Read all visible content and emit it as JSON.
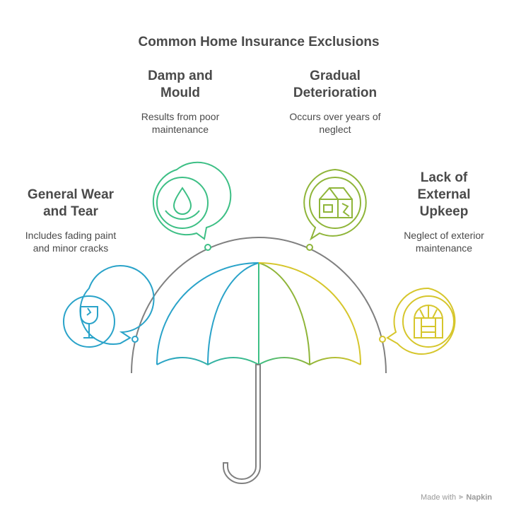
{
  "title": "Common Home Insurance Exclusions",
  "items": [
    {
      "heading": "Damp and\nMould",
      "description": "Results from poor\nmaintenance",
      "icon": "water-drop-icon",
      "color": "#3dbf85"
    },
    {
      "heading": "Gradual\nDeterioration",
      "description": "Occurs over years of\nneglect",
      "icon": "cracked-house-icon",
      "color": "#8fb539"
    },
    {
      "heading": "General Wear\nand Tear",
      "description": "Includes fading paint\nand minor cracks",
      "icon": "cracked-glass-icon",
      "color": "#2aa3c9"
    },
    {
      "heading": "Lack of\nExternal\nUpkeep",
      "description": "Neglect of exterior\nmaintenance",
      "icon": "window-icon",
      "color": "#d6c62c"
    }
  ],
  "credit": {
    "prefix": "Made with",
    "brand": "Napkin"
  }
}
